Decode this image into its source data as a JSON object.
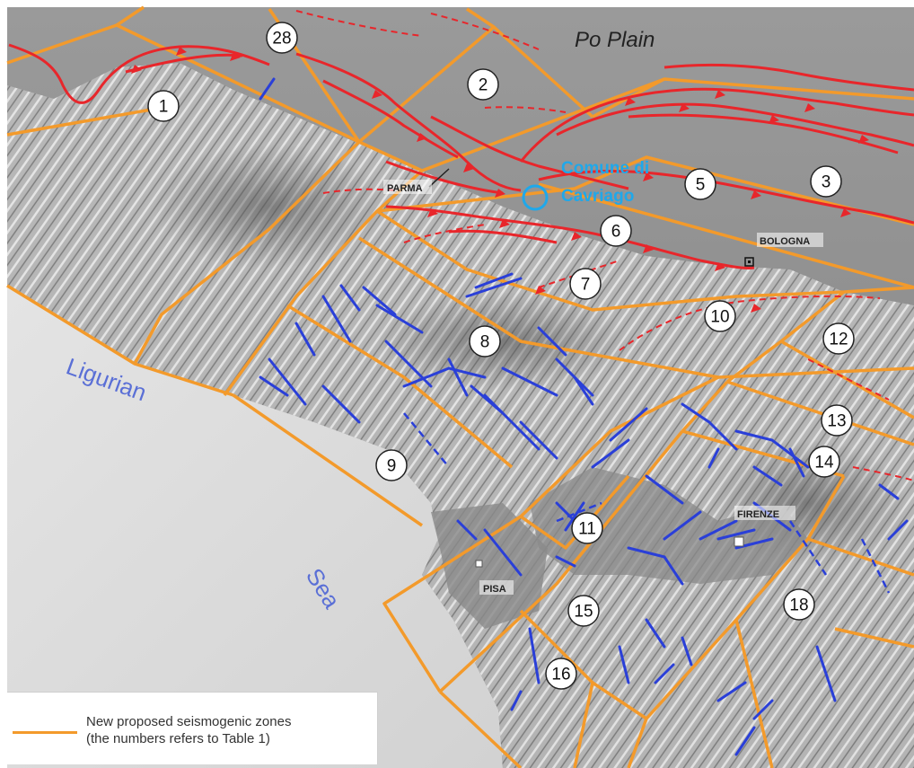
{
  "map": {
    "labels": {
      "po_plain": "Po Plain",
      "ligurian": "Ligurian",
      "sea": "Sea",
      "comune_line1": "Comune di",
      "comune_line2": "Cavriago"
    },
    "places": {
      "parma": "PARMA",
      "bologna": "BOLOGNA",
      "firenze": "FIRENZE",
      "pisa": "PISA"
    },
    "zones": [
      "28",
      "1",
      "2",
      "3",
      "5",
      "6",
      "7",
      "8",
      "9",
      "10",
      "11",
      "12",
      "13",
      "14",
      "15",
      "16",
      "18"
    ],
    "colors": {
      "zone_boundary": "#f39a2b",
      "thrust_fault": "#e8262b",
      "normal_fault": "#2a3fd8",
      "comune_marker": "#1fa8ea",
      "plain": "#8e8e8e",
      "sea": "#dcdcdc"
    }
  },
  "legend": {
    "line1": "New proposed seismogenic zones",
    "line2": "(the numbers refers to Table 1)"
  }
}
